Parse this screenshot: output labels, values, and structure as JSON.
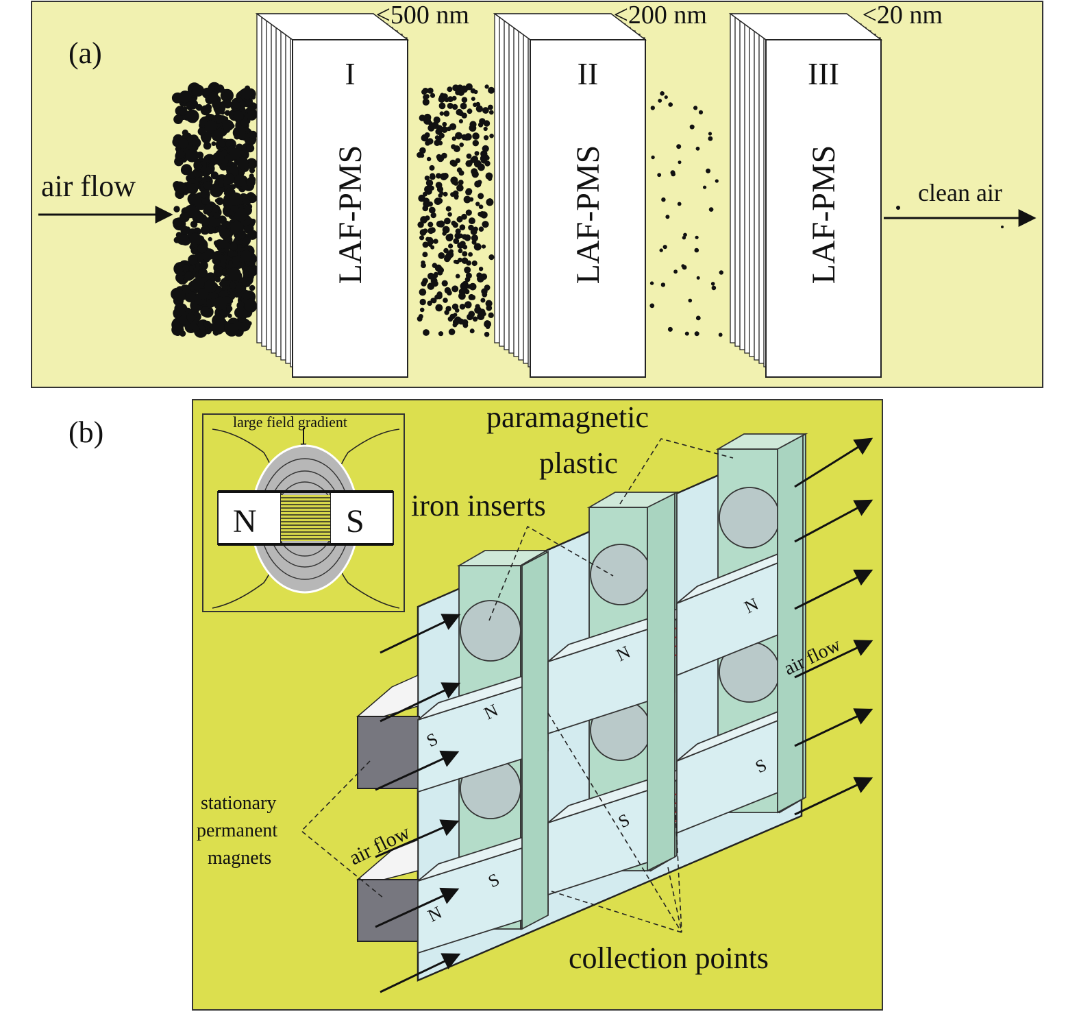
{
  "panel_a": {
    "label": "(a)",
    "background": "#f1f1b0",
    "air_flow_label": "air flow",
    "clean_air_label": "clean air",
    "filters": [
      {
        "numeral": "I",
        "name": "LAF-PMS",
        "size_label": "<500 nm"
      },
      {
        "numeral": "II",
        "name": "LAF-PMS",
        "size_label": "<200 nm"
      },
      {
        "numeral": "III",
        "name": "LAF-PMS",
        "size_label": "<20 nm"
      }
    ]
  },
  "panel_b": {
    "label": "(b)",
    "background": "#dcdf4e",
    "inset": {
      "gradient_label": "large field gradient",
      "north": "N",
      "south": "S"
    },
    "labels": {
      "paramagnetic_line1": "paramagnetic",
      "paramagnetic_line2": "plastic",
      "iron_inserts": "iron inserts",
      "stationary_line1": "stationary",
      "stationary_line2": "permanent",
      "stationary_line3": "magnets",
      "air_flow_left": "air flow",
      "air_flow_right": "air flow",
      "collection_points": "collection points"
    },
    "poles": {
      "n": "N",
      "s": "S"
    }
  }
}
